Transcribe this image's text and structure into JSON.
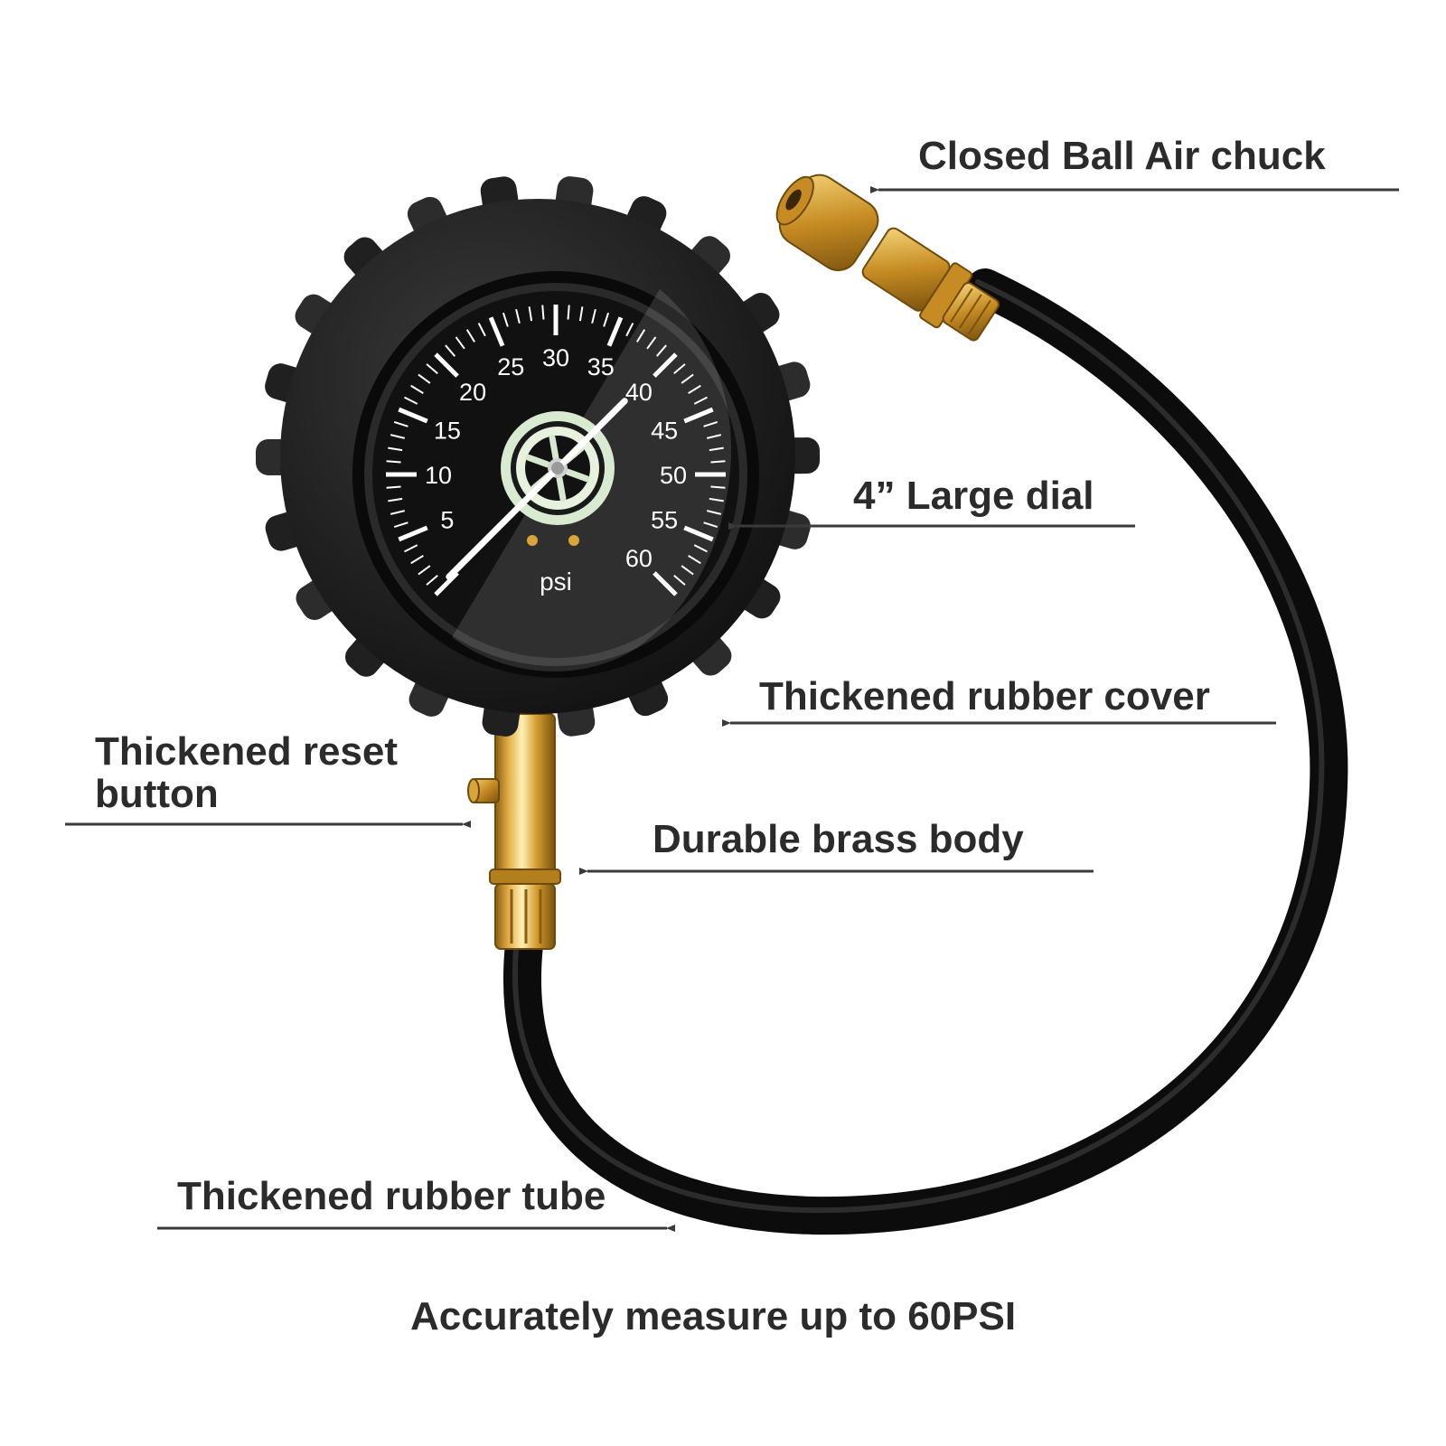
{
  "callouts": {
    "air_chuck": "Closed Ball Air chuck",
    "large_dial": "4” Large dial",
    "rubber_cover": "Thickened rubber cover",
    "reset_button": [
      "Thickened reset",
      "button"
    ],
    "brass_body": "Durable brass body",
    "rubber_tube": "Thickened rubber tube",
    "measure": "Accurately measure up to 60PSI"
  },
  "dial": {
    "unit": "psi",
    "min": 0,
    "max": 60,
    "labels": [
      "5",
      "10",
      "15",
      "20",
      "25",
      "30",
      "35",
      "40",
      "45",
      "50",
      "55",
      "60"
    ],
    "needle_value": 40
  },
  "colors": {
    "text": "#2b2b2b",
    "leader": "#3a3a3a",
    "rubber": "#1c1c1c",
    "dial_face": "#111111",
    "brass": "#d9a43a",
    "hose": "#141414"
  }
}
